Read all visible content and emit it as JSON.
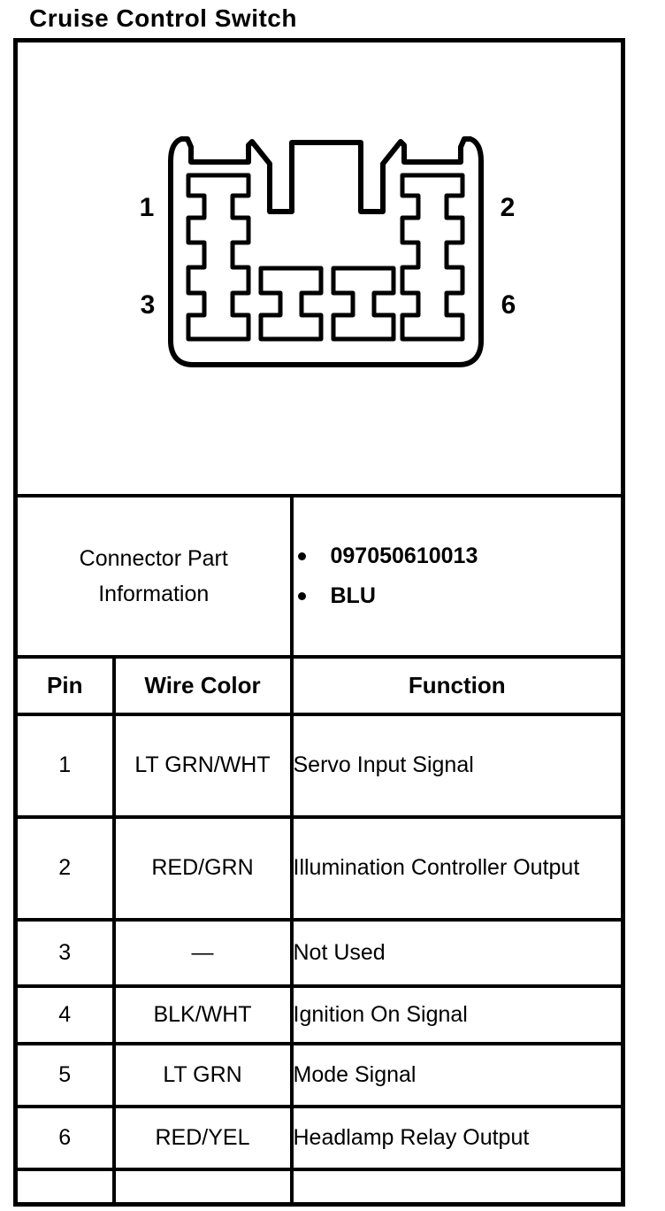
{
  "page": {
    "title": "Cruise Control Switch"
  },
  "colors": {
    "ink": "#000000",
    "paper": "#ffffff",
    "connector_color_code": "BLU"
  },
  "connector": {
    "part_info_label": "Connector Part Information",
    "part_info_items": [
      "097050610013",
      "BLU"
    ],
    "diagram": {
      "description": "6-cavity connector face view with castellated terminal slots",
      "pin_labels": {
        "top_left": "1",
        "top_right": "2",
        "bottom_left": "3",
        "bottom_right": "6"
      }
    }
  },
  "pin_table": {
    "headers": {
      "pin": "Pin",
      "wire_color": "Wire Color",
      "function": "Function"
    },
    "rows": [
      {
        "pin": "1",
        "wire_color": "LT GRN/WHT",
        "function": "Servo Input Signal"
      },
      {
        "pin": "2",
        "wire_color": "RED/GRN",
        "function": "Illumination Controller Output"
      },
      {
        "pin": "3",
        "wire_color": "—",
        "function": "Not Used"
      },
      {
        "pin": "4",
        "wire_color": "BLK/WHT",
        "function": "Ignition On Signal"
      },
      {
        "pin": "5",
        "wire_color": "LT GRN",
        "function": "Mode Signal"
      },
      {
        "pin": "6",
        "wire_color": "RED/YEL",
        "function": "Headlamp Relay Output"
      }
    ]
  }
}
